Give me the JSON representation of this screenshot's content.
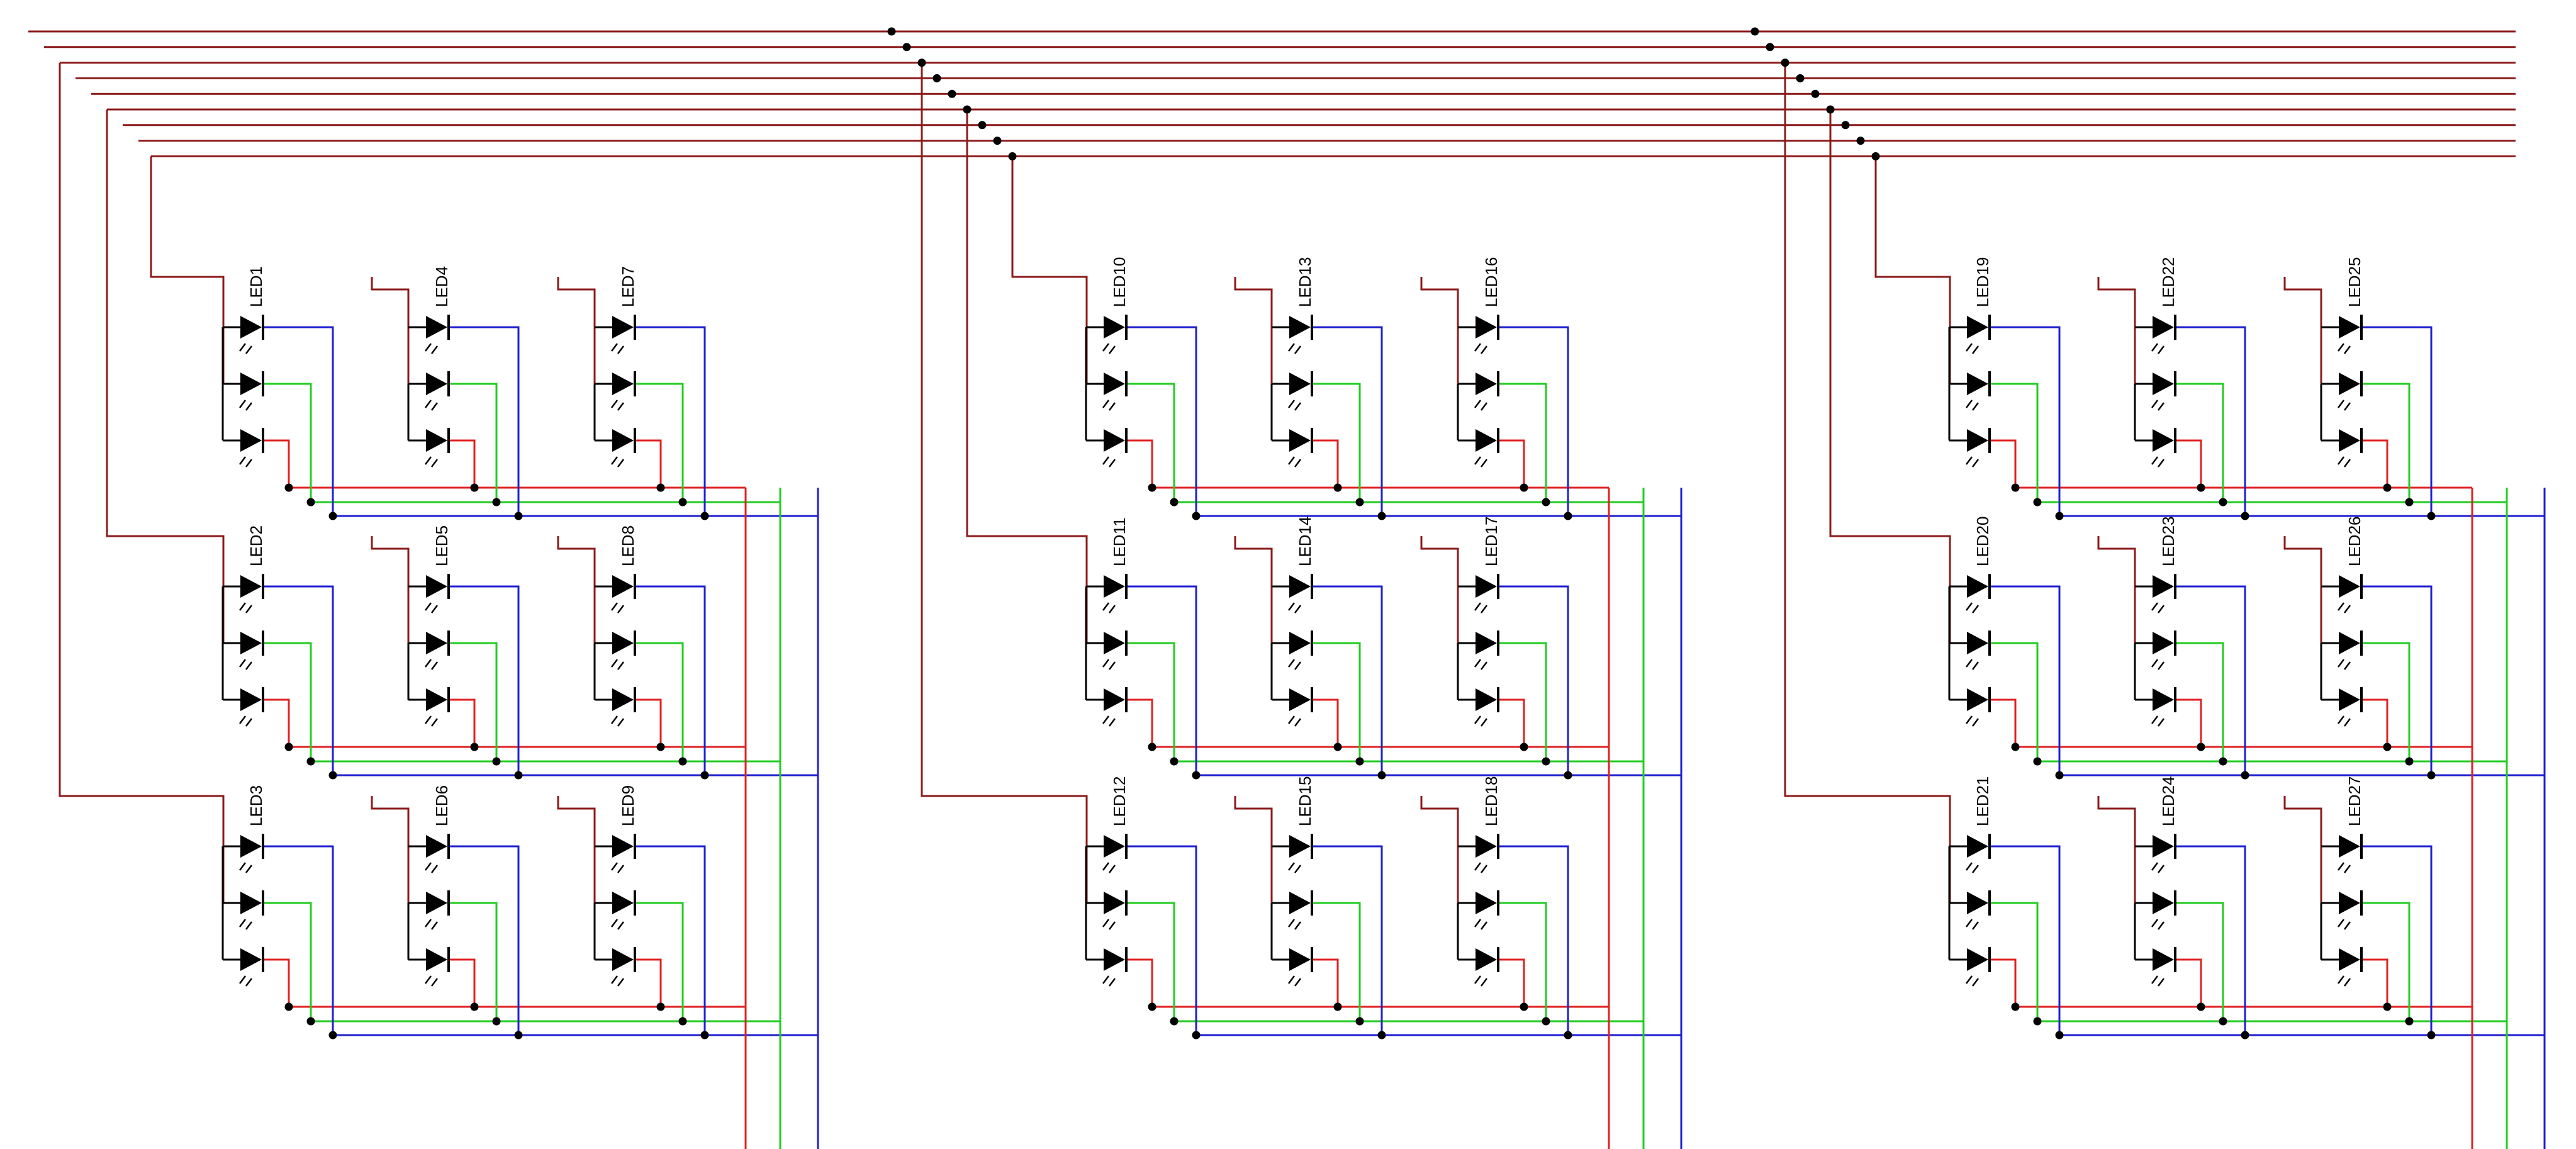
{
  "colors": {
    "background": "#ffffff",
    "anode_bus": "#8b1a1a",
    "red_channel": "#e02020",
    "green_channel": "#22cc22",
    "blue_channel": "#1f1fd0",
    "component": "#000000"
  },
  "schematic": {
    "component_type": "RGB LED (common anode)",
    "icon": "led-icon",
    "blocks": [
      {
        "rows": [
          [
            "LED1",
            "LED4",
            "LED7"
          ],
          [
            "LED2",
            "LED5",
            "LED8"
          ],
          [
            "LED3",
            "LED6",
            "LED9"
          ]
        ]
      },
      {
        "rows": [
          [
            "LED10",
            "LED13",
            "LED16"
          ],
          [
            "LED11",
            "LED14",
            "LED17"
          ],
          [
            "LED12",
            "LED15",
            "LED18"
          ]
        ]
      },
      {
        "rows": [
          [
            "LED19",
            "LED22",
            "LED25"
          ],
          [
            "LED20",
            "LED23",
            "LED26"
          ],
          [
            "LED21",
            "LED24",
            "LED27"
          ]
        ]
      }
    ],
    "bus_lines": 9
  }
}
